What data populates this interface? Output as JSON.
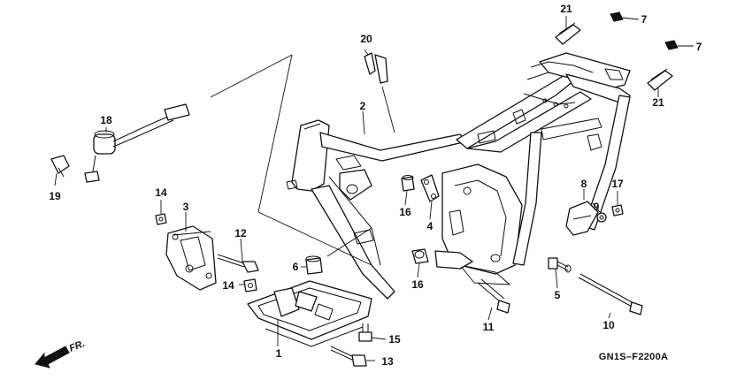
{
  "part_numbers": {
    "p1": "1",
    "p2": "2",
    "p3": "3",
    "p4": "4",
    "p5": "5",
    "p6": "6",
    "p7a": "7",
    "p7b": "7",
    "p8": "8",
    "p9": "9",
    "p10": "10",
    "p11": "11",
    "p12": "12",
    "p13": "13",
    "p14a": "14",
    "p14b": "14",
    "p15": "15",
    "p16a": "16",
    "p16b": "16",
    "p17": "17",
    "p18": "18",
    "p19": "19",
    "p20": "20",
    "p21a": "21",
    "p21b": "21"
  },
  "diagram_code": "GN1S–F2200A",
  "direction_label": "FR.",
  "icons": {
    "front_arrow": "front-direction-arrow-icon"
  }
}
